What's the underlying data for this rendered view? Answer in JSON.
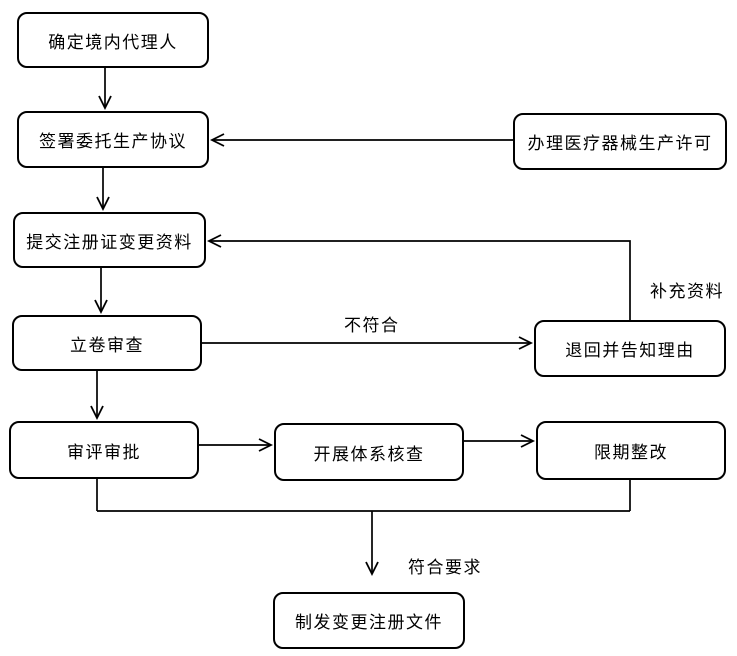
{
  "diagram": {
    "type": "flowchart",
    "colors": {
      "background": "#ffffff",
      "node_fill": "#ffffff",
      "node_border": "#000000",
      "line": "#000000",
      "text": "#000000"
    },
    "nodes": [
      {
        "id": "determine-agent",
        "label": "确定境内代理人"
      },
      {
        "id": "sign-agreement",
        "label": "签署委托生产协议"
      },
      {
        "id": "production-license",
        "label": "办理医疗器械生产许可"
      },
      {
        "id": "submit-materials",
        "label": "提交注册证变更资料"
      },
      {
        "id": "filing-review",
        "label": "立卷审查"
      },
      {
        "id": "return-reasons",
        "label": "退回并告知理由"
      },
      {
        "id": "review-approval",
        "label": "审评审批"
      },
      {
        "id": "system-check",
        "label": "开展体系核查"
      },
      {
        "id": "rectification",
        "label": "限期整改"
      },
      {
        "id": "issue-documents",
        "label": "制发变更注册文件"
      }
    ],
    "edge_labels": [
      {
        "id": "not-conforming",
        "text": "不符合"
      },
      {
        "id": "supplement-materials",
        "text": "补充资料"
      },
      {
        "id": "meets-requirements",
        "text": "符合要求"
      }
    ],
    "edges": [
      {
        "from": "determine-agent",
        "to": "sign-agreement",
        "label": ""
      },
      {
        "from": "production-license",
        "to": "sign-agreement",
        "label": ""
      },
      {
        "from": "sign-agreement",
        "to": "submit-materials",
        "label": ""
      },
      {
        "from": "submit-materials",
        "to": "filing-review",
        "label": ""
      },
      {
        "from": "filing-review",
        "to": "return-reasons",
        "label": "不符合"
      },
      {
        "from": "return-reasons",
        "to": "submit-materials",
        "label": "补充资料"
      },
      {
        "from": "filing-review",
        "to": "review-approval",
        "label": ""
      },
      {
        "from": "review-approval",
        "to": "system-check",
        "label": ""
      },
      {
        "from": "system-check",
        "to": "rectification",
        "label": ""
      },
      {
        "from": "review-approval",
        "to": "issue-documents",
        "label": "符合要求"
      },
      {
        "from": "rectification",
        "to": "issue-documents",
        "label": "符合要求"
      }
    ]
  }
}
